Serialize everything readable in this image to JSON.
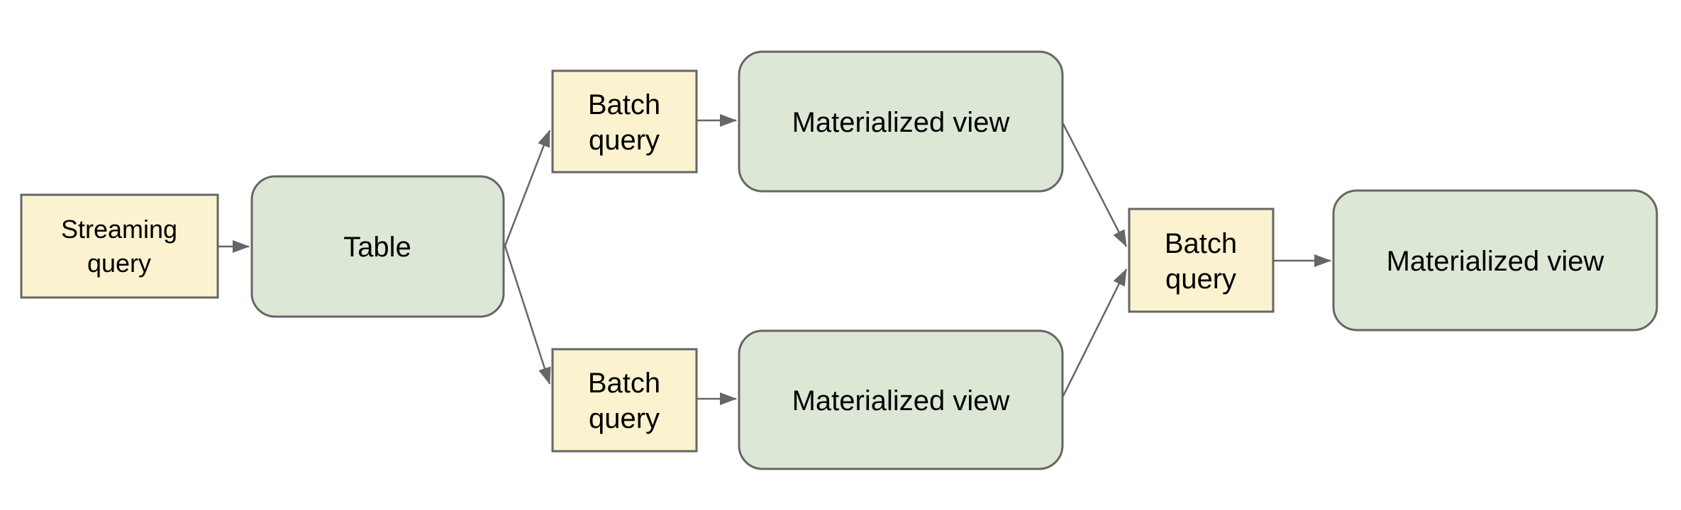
{
  "diagram": {
    "description": "Streaming and batch query materialization pipeline flow diagram",
    "colors": {
      "background": "#FFFFFF",
      "stroke": "#666666",
      "text": "#000000",
      "query_fill": "#FBF2CF",
      "view_fill": "#DCE8D5"
    },
    "nodes": [
      {
        "id": "streaming-query",
        "kind": "query",
        "label": "Streaming query",
        "lines": [
          "Streaming",
          "query"
        ]
      },
      {
        "id": "table",
        "kind": "table",
        "label": "Table",
        "lines": [
          "Table"
        ]
      },
      {
        "id": "batch-query-top",
        "kind": "query",
        "label": "Batch query",
        "lines": [
          "Batch",
          "query"
        ]
      },
      {
        "id": "materialized-view-top",
        "kind": "view",
        "label": "Materialized view",
        "lines": [
          "Materialized view"
        ]
      },
      {
        "id": "batch-query-bottom",
        "kind": "query",
        "label": "Batch query",
        "lines": [
          "Batch",
          "query"
        ]
      },
      {
        "id": "materialized-view-bottom",
        "kind": "view",
        "label": "Materialized view",
        "lines": [
          "Materialized view"
        ]
      },
      {
        "id": "batch-query-right",
        "kind": "query",
        "label": "Batch query",
        "lines": [
          "Batch",
          "query"
        ]
      },
      {
        "id": "materialized-view-right",
        "kind": "view",
        "label": "Materialized view",
        "lines": [
          "Materialized view"
        ]
      }
    ],
    "edges": [
      {
        "from": "streaming-query",
        "to": "table"
      },
      {
        "from": "table",
        "to": "batch-query-top"
      },
      {
        "from": "table",
        "to": "batch-query-bottom"
      },
      {
        "from": "batch-query-top",
        "to": "materialized-view-top"
      },
      {
        "from": "batch-query-bottom",
        "to": "materialized-view-bottom"
      },
      {
        "from": "materialized-view-top",
        "to": "batch-query-right"
      },
      {
        "from": "materialized-view-bottom",
        "to": "batch-query-right"
      },
      {
        "from": "batch-query-right",
        "to": "materialized-view-right"
      }
    ]
  }
}
